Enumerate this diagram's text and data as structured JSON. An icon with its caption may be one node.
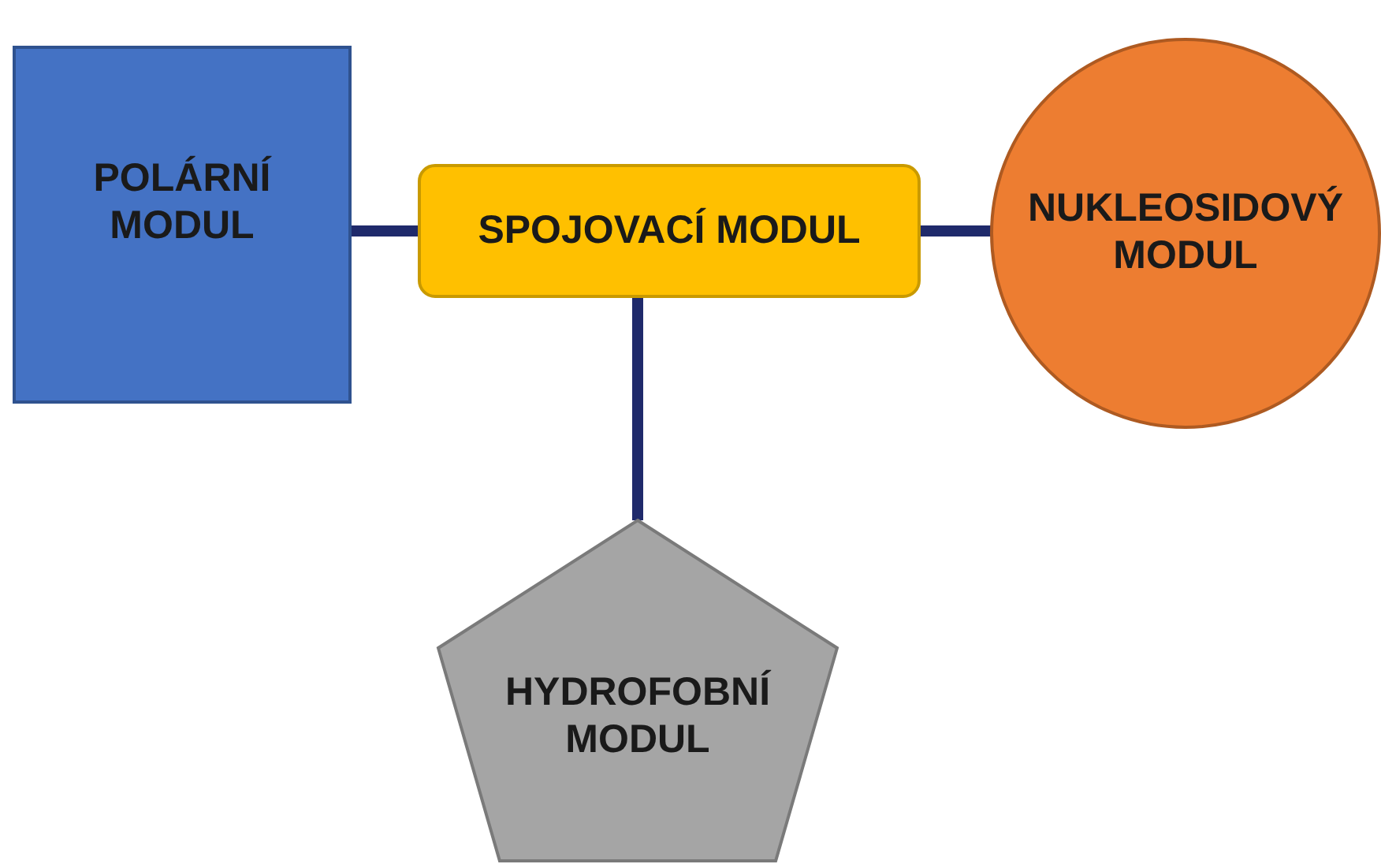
{
  "diagram": {
    "nodes": [
      {
        "text": [
          "POLÁRNÍ MODUL"
        ]
      },
      {
        "text": [
          "SPOJOVACÍ MODUL"
        ]
      },
      {
        "text": [
          "NUKLEOSIDOVÝ MODUL"
        ]
      },
      {
        "text": [
          "HYDROFOBNÍ MODUL"
        ]
      }
    ],
    "edges": [
      {
        "from": 0,
        "to": 1,
        "arrow": "none"
      },
      {
        "from": 1,
        "to": 2,
        "arrow": "none"
      },
      {
        "from": 1,
        "to": 3,
        "arrow": "none"
      }
    ]
  }
}
